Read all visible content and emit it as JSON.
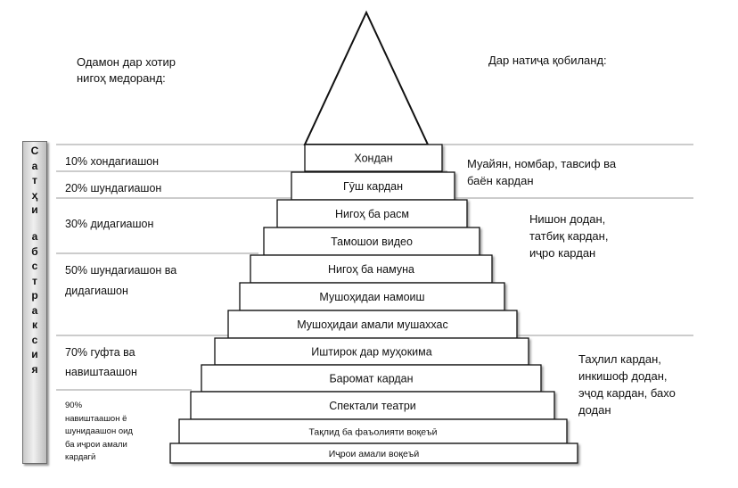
{
  "header_left": [
    "Одамон дар хотир",
    "нигоҳ медоранд:"
  ],
  "header_right": "Дар натиҷа қобиланд:",
  "vertical_label": {
    "word1": [
      "С",
      "а",
      "т",
      "ҳ",
      "и"
    ],
    "word2": [
      "а",
      "б",
      "с",
      "т",
      "р",
      "а",
      "к",
      "с",
      "и",
      "я"
    ]
  },
  "levels": [
    "Хондан",
    "Гӯш кардан",
    "Нигоҳ ба расм",
    "Тамошои видео",
    "Нигоҳ ба намуна",
    "Мушоҳидаи намоиш",
    "Мушоҳидаи амали мушаххас",
    "Иштирок дар муҳокима",
    "Баромат кардан",
    "Спектали театри",
    "Тақлид ба фаъолияти воқеъӣ",
    "Иҷрои амали воқеъӣ"
  ],
  "retention": [
    [
      "10% хондагиашон"
    ],
    [
      "20% шундагиашон"
    ],
    [
      "30% дидагиашон"
    ],
    [
      "50% шундагиашон ва",
      "дидагиашон"
    ],
    [
      "70% гуфта ва",
      "навиштаашон"
    ],
    [
      "90%",
      "навиштаашон ё",
      "шунидаашон оид",
      "ба иҷрои амали",
      "кардагӣ"
    ]
  ],
  "results": [
    [
      "Муайян, номбар, тавсиф ва",
      "баён кардан"
    ],
    [
      "Нишон додан,",
      "татбиқ кардан,",
      "иҷро кардан"
    ],
    [
      "Таҳлил кардан,",
      "инкишоф додан,",
      "эҷод кардан, бахо",
      "додан"
    ]
  ]
}
